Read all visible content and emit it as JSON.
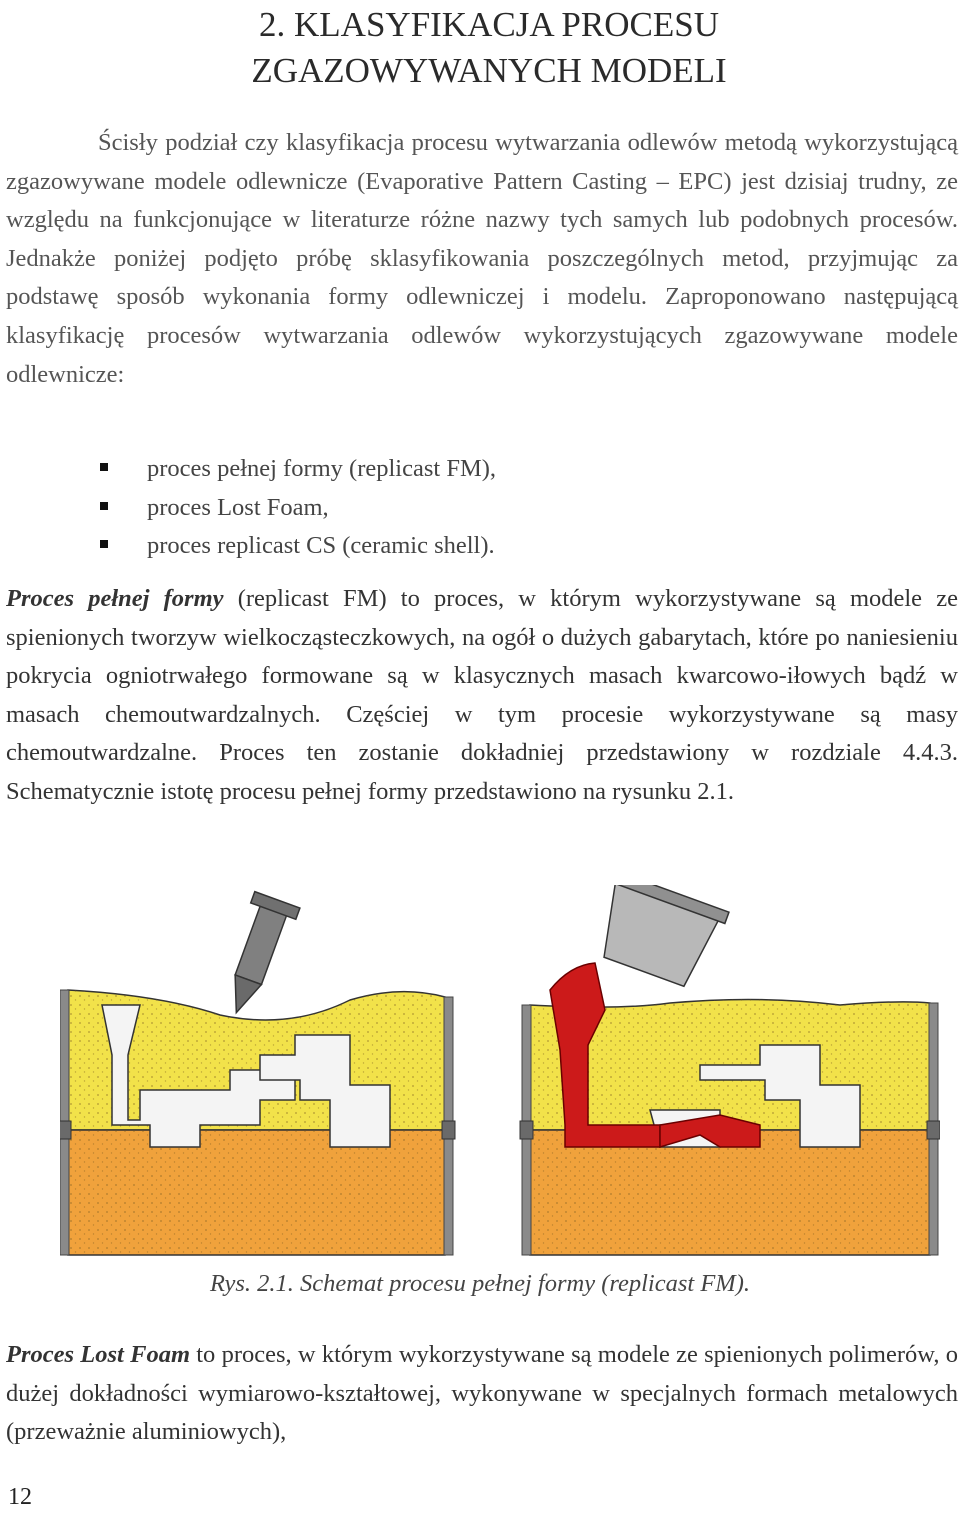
{
  "title": {
    "line1": "2.  KLASYFIKACJA PROCESU",
    "line2": "ZGAZOWYWANYCH MODELI"
  },
  "intro": {
    "text": "Ścisły podział czy klasyfikacja procesu wytwarzania odlewów metodą wykorzystującą zgazowywane modele odlewnicze (Evaporative Pattern Casting – EPC) jest dzisiaj trudny, ze względu na funkcjonujące w literaturze różne nazwy tych samych lub podobnych procesów. Jednakże poniżej podjęto próbę sklasyfikowania poszczególnych metod, przyjmując za podstawę sposób wykonania formy odlewniczej i modelu. Zaproponowano następującą klasyfikację procesów wytwarzania odlewów wykorzystujących zgazowywane modele odlewnicze:"
  },
  "bullets": [
    "proces pełnej formy (replicast FM),",
    "proces Lost Foam,",
    "proces replicast CS (ceramic shell)."
  ],
  "section_fm": {
    "term": "Proces pełnej formy",
    "text": " (replicast FM) to proces, w którym wykorzystywane są modele ze spienionych tworzyw wielkocząsteczkowych, na ogół o dużych gabarytach, które po naniesieniu pokrycia ogniotrwałego formowane są w klasycznych masach kwarcowo-iłowych bądź w masach chemoutwardzalnych. Częściej w tym procesie wykorzystywane są masy chemoutwardzalne. Proces ten zostanie dokładniej przedstawiony w rozdziale 4.4.3. Schematycznie istotę procesu pełnej formy przedstawiono na rysunku 2.1."
  },
  "figure": {
    "caption": "Rys. 2.1. Schemat procesu pełnej formy (replicast FM).",
    "colors": {
      "sand_top": "#f2e24a",
      "sand_bottom": "#f0a23c",
      "flask": "#7a7a7a",
      "metal": "#cc1a1a",
      "pattern": "#f4f4f4"
    }
  },
  "section_lf": {
    "term": "Proces Lost Foam",
    "text": " to proces, w którym wykorzystywane są modele ze spienionych polimerów, o dużej dokładności wymiarowo-kształtowej, wykonywane w specjalnych formach metalowych (przeważnie aluminiowych),"
  },
  "page_number": "12"
}
